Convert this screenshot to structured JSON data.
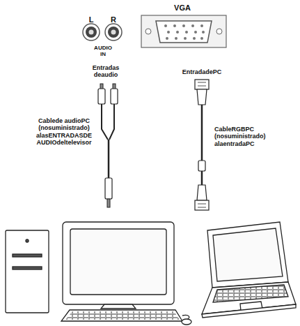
{
  "diagram": {
    "labels": [
      "L",
      "R",
      "VGA",
      "AUDIO IN",
      "Entradas deaudio",
      "EntradadePC",
      "Cablede audioPC (nosuministrado) alasENTRADASDE AUDIOdeltelevisor",
      "CableRGBPC (nosuministrado) alaentradaPC"
    ]
  }
}
